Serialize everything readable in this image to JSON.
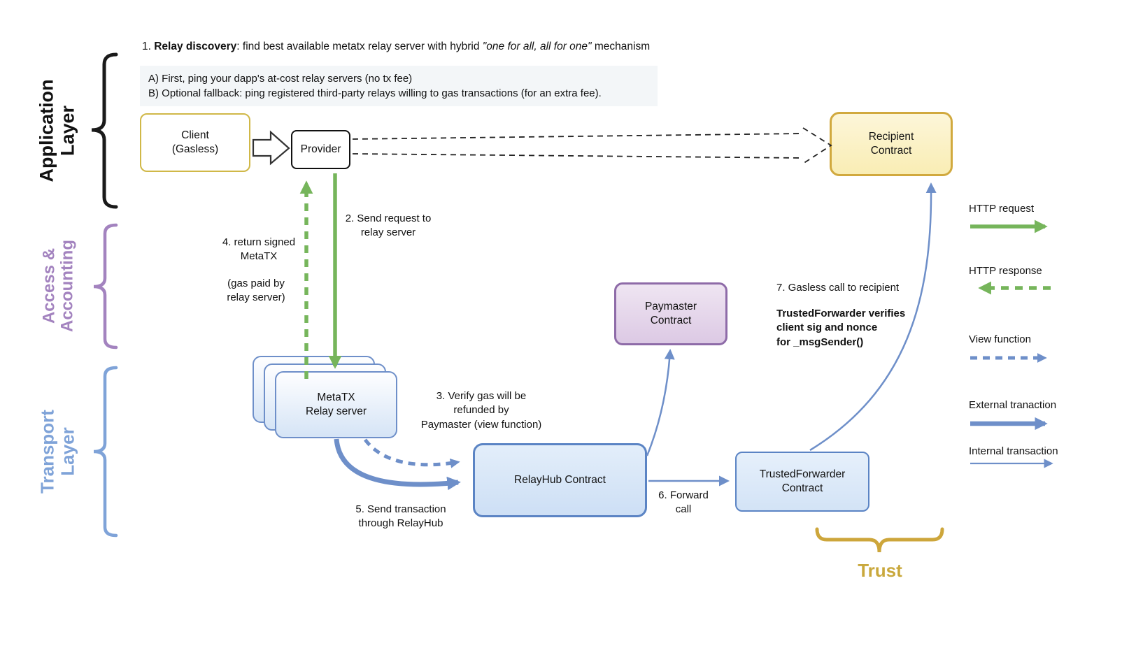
{
  "title": {
    "prefix": "1. ",
    "bold": "Relay discovery",
    "mid": ": find best available metatx relay server with hybrid ",
    "italic": "\"one for all, all for one\"",
    "suffix": " mechanism"
  },
  "note_box": {
    "line_a": "A) First, ping your dapp's at-cost relay servers (no tx fee)",
    "line_b": "B) Optional fallback: ping registered third-party relays willing to gas transactions (for an extra fee)."
  },
  "layer_labels": {
    "application": "Application\nLayer",
    "access": "Access &\nAccounting",
    "transport": "Transport\nLayer"
  },
  "nodes": {
    "client": "Client\n(Gasless)",
    "provider": "Provider",
    "recipient": "Recipient\nContract",
    "paymaster": "Paymaster\nContract",
    "relay_server": "MetaTX\nRelay server",
    "relayhub": "RelayHub Contract",
    "trusted_forwarder": "TrustedForwarder\nContract"
  },
  "steps": {
    "step2": "2. Send request to\nrelay server",
    "step3": "3. Verify gas will be\nrefunded by\nPaymaster (view function)",
    "step4": "4. return signed\nMetaTX",
    "step4_note": "(gas paid by\nrelay server)",
    "step5": "5. Send transaction\nthrough RelayHub",
    "step6": "6. Forward\ncall",
    "step7": "7. Gasless call to recipient",
    "step7_detail": "TrustedForwarder verifies\nclient sig and nonce\nfor _msgSender()"
  },
  "legend": {
    "http_request": "HTTP request",
    "http_response": "HTTP response",
    "view_function": "View function",
    "external_transaction": "External tranaction",
    "internal_transaction": "Internal transaction"
  },
  "trust_label": "Trust",
  "colors": {
    "gold": "#CDA63B",
    "purple": "#9C79B5",
    "blue": "#6E8FC9",
    "green": "#76B55B",
    "light_blue_fill": "#D7E5F7",
    "light_yellow_fill": "#FBEFC1",
    "light_purple_fill": "#E0CFE6"
  }
}
